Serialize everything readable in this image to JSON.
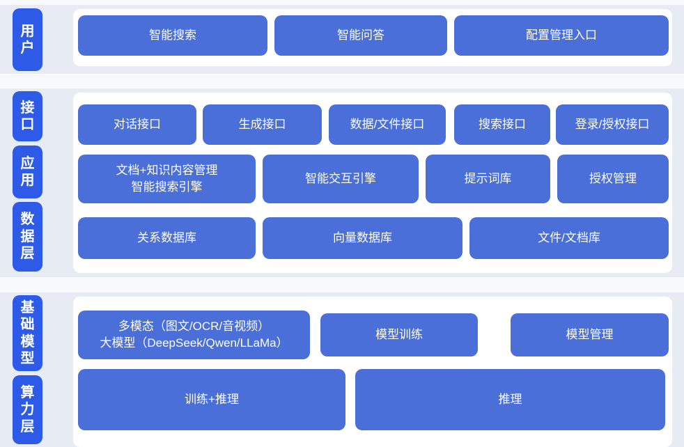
{
  "colors": {
    "page_background": "#f7f9fc",
    "band_background": "#e7ecf4",
    "label_blue": "#2d5be8",
    "box_blue": "#4a6fd8",
    "text": "#ffffff"
  },
  "diagram": {
    "bands": [
      {
        "rows": [
          {
            "label": "用户",
            "boxes": [
              {
                "text": "智能搜索"
              },
              {
                "text": "智能问答"
              },
              {
                "text": "配置管理入口"
              }
            ]
          }
        ]
      },
      {
        "rows": [
          {
            "label": "接口",
            "boxes": [
              {
                "text": "对话接口"
              },
              {
                "text": "生成接口"
              },
              {
                "text": "数据/文件接口"
              },
              {
                "text": "搜索接口"
              },
              {
                "text": "登录/授权接口"
              }
            ]
          },
          {
            "label": "应用",
            "boxes": [
              {
                "lines": [
                  "文档+知识内容管理",
                  "智能搜索引擎"
                ]
              },
              {
                "text": "智能交互引擎"
              },
              {
                "text": "提示词库"
              },
              {
                "text": "授权管理"
              }
            ]
          },
          {
            "label": "数据层",
            "boxes": [
              {
                "text": "关系数据库"
              },
              {
                "text": "向量数据库"
              },
              {
                "text": "文件/文档库"
              }
            ]
          }
        ]
      },
      {
        "rows": [
          {
            "label": "基础模型",
            "boxes": [
              {
                "lines": [
                  "多模态（图文/OCR/音视频）",
                  "大模型（DeepSeek/Qwen/LLaMa）"
                ]
              },
              {
                "text": "模型训练"
              },
              {
                "text": "模型管理"
              }
            ]
          },
          {
            "label": "算力层",
            "boxes": [
              {
                "text": "训练+推理"
              },
              {
                "text": "推理"
              }
            ]
          }
        ]
      }
    ]
  }
}
